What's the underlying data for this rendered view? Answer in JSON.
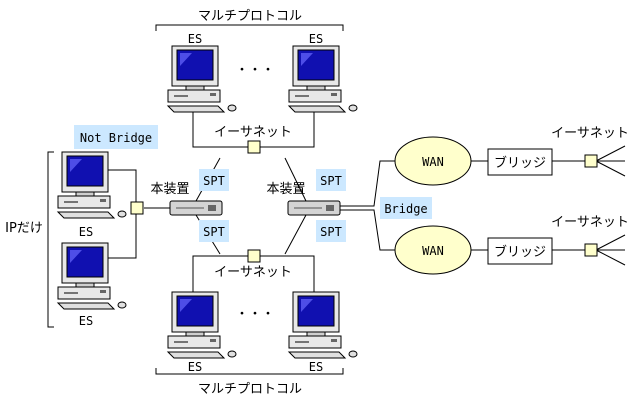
{
  "top_group_label": "マルチプロトコル",
  "bottom_group_label": "マルチプロトコル",
  "top_es_left": "ES",
  "top_es_right": "ES",
  "bottom_es_left": "ES",
  "bottom_es_right": "ES",
  "left_es_top": "ES",
  "left_es_bottom": "ES",
  "top_dots": "・・・",
  "bottom_dots": "・・・",
  "top_ethernet": "イーサネット",
  "bottom_ethernet": "イーサネット",
  "right_top_ethernet": "イーサネット",
  "right_bottom_ethernet": "イーサネット",
  "not_bridge": "Not Bridge",
  "ip_only": "IPだけ",
  "device_left": "本装置",
  "device_right": "本装置",
  "spt_left_top": "SPT",
  "spt_left_bottom": "SPT",
  "spt_right_top": "SPT",
  "spt_right_bottom": "SPT",
  "bridge_label": "Bridge",
  "wan_top": "WAN",
  "wan_bottom": "WAN",
  "bridge_box_top": "ブリッジ",
  "bridge_box_bottom": "ブリッジ",
  "colors": {
    "callout_fill": "#cce8ff",
    "wan_fill": "#ffffcc",
    "hub_fill": "#ffffcc",
    "screen": "#1010b0"
  }
}
